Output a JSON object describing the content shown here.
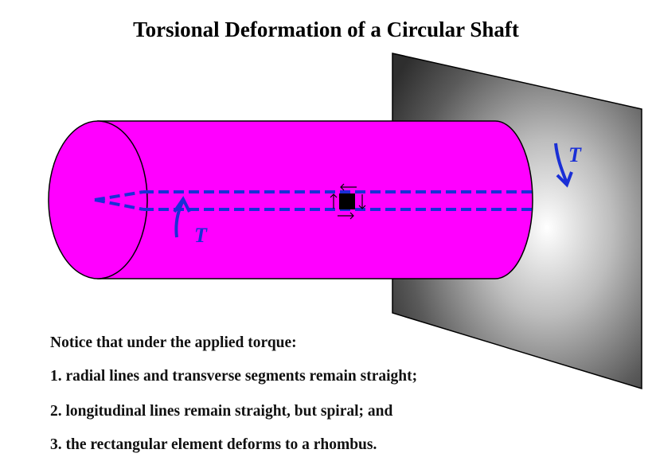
{
  "title": "Torsional Deformation of a Circular Shaft",
  "torque_label_left": "T",
  "torque_label_right": "T",
  "notes": {
    "intro": "Notice that under the applied torque:",
    "items": [
      "1. radial lines and transverse segments remain straight;",
      "2. longitudinal lines remain straight, but spiral; and",
      "3. the rectangular element deforms to a rhombus."
    ]
  },
  "colors": {
    "shaft": "#ff00ff",
    "wall_dark": "#3a3a3a",
    "wall_light": "#ffffff",
    "dashed_lines": "#1a2fd6",
    "torque_arrows": "#1a2fd6",
    "element": "#000000"
  },
  "icons": {
    "shear_arrow_top": "left-arrow",
    "shear_arrow_bottom": "right-arrow",
    "shear_arrow_left": "up-arrow",
    "shear_arrow_right": "down-arrow"
  }
}
